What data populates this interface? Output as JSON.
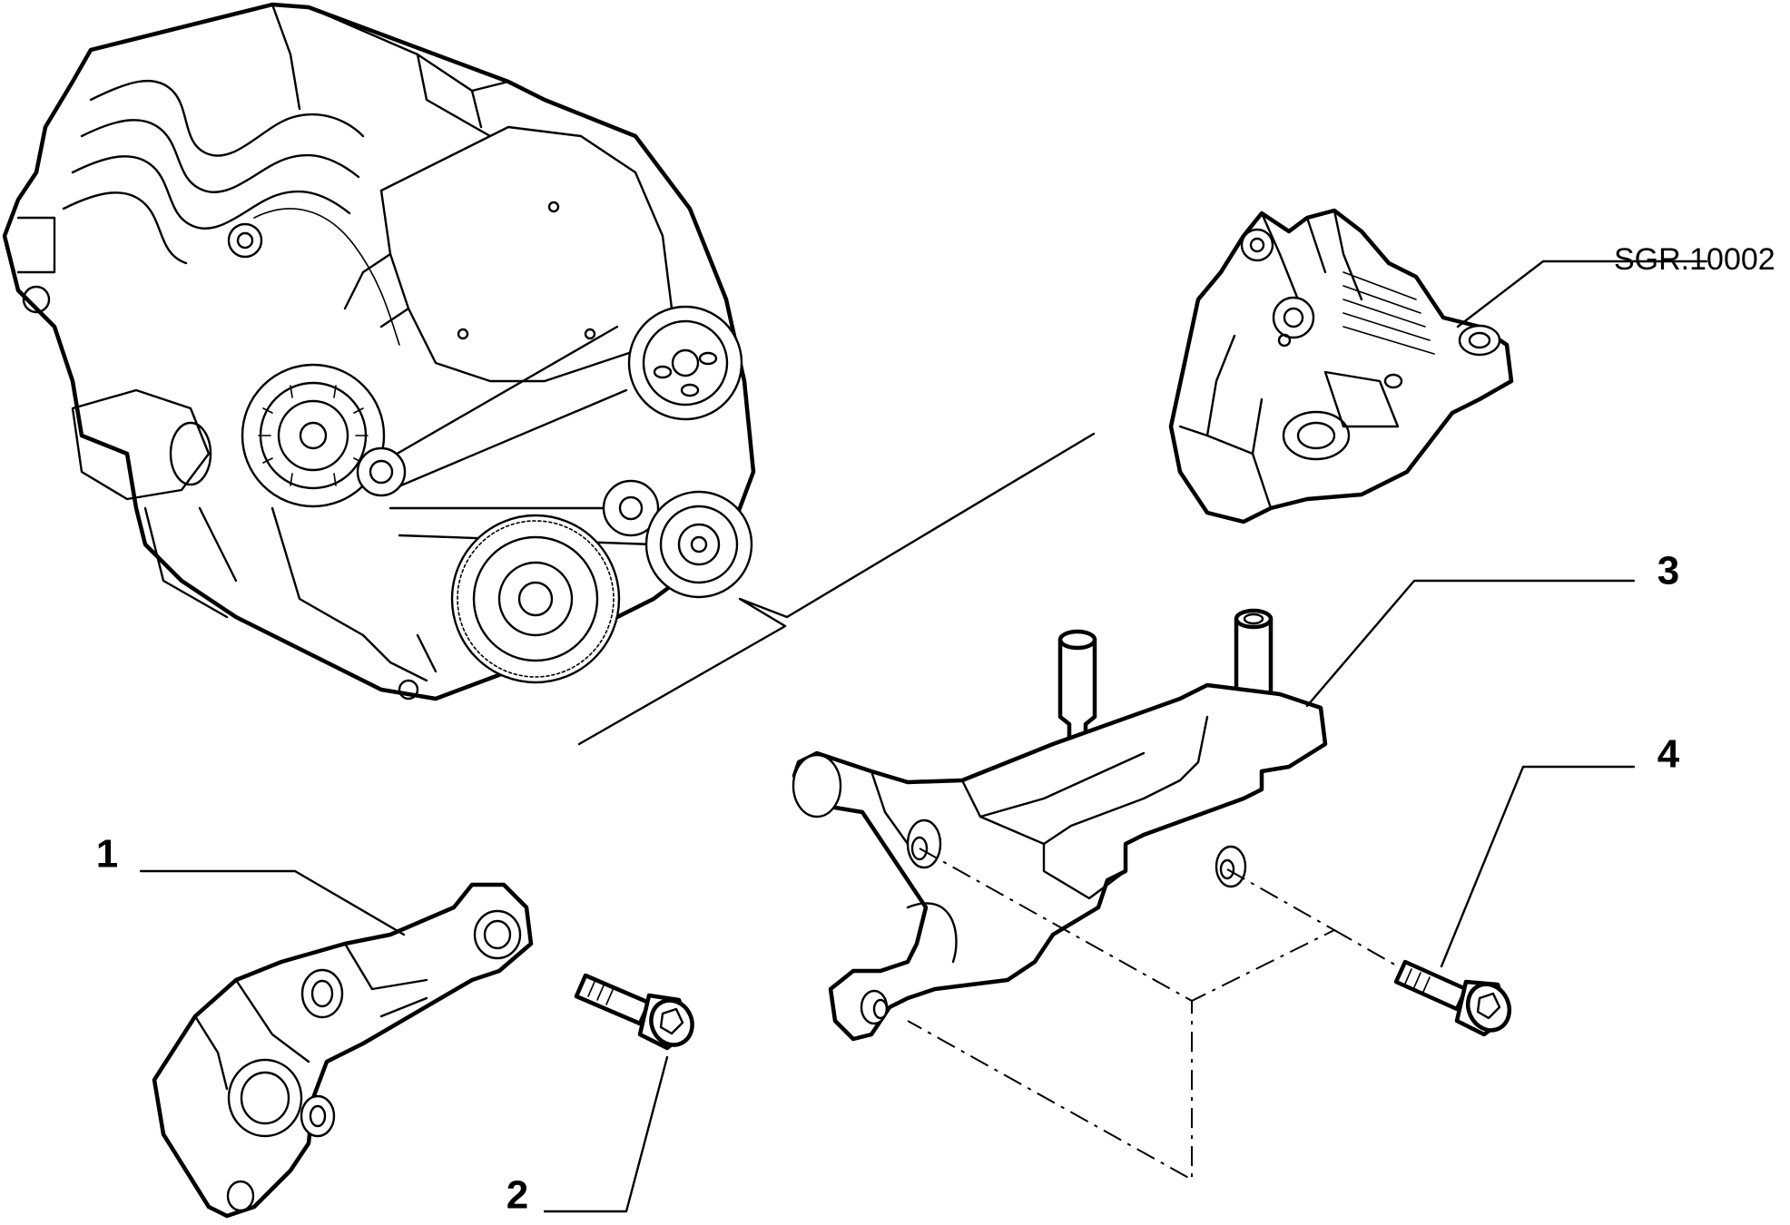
{
  "diagram": {
    "reference_code": "SGR.10002",
    "callouts": [
      {
        "id": "1",
        "text": "1"
      },
      {
        "id": "2",
        "text": "2"
      },
      {
        "id": "3",
        "text": "3"
      },
      {
        "id": "4",
        "text": "4"
      }
    ],
    "parts": [
      {
        "callout": "1",
        "icon": "engine-mount-bracket-icon"
      },
      {
        "callout": "2",
        "icon": "hex-socket-bolt-icon"
      },
      {
        "callout": "3",
        "icon": "support-bracket-with-studs-icon"
      },
      {
        "callout": "4",
        "icon": "hex-socket-bolt-icon"
      }
    ],
    "assemblies": [
      {
        "icon": "engine-block-icon"
      },
      {
        "icon": "rubber-engine-mount-icon"
      }
    ]
  }
}
